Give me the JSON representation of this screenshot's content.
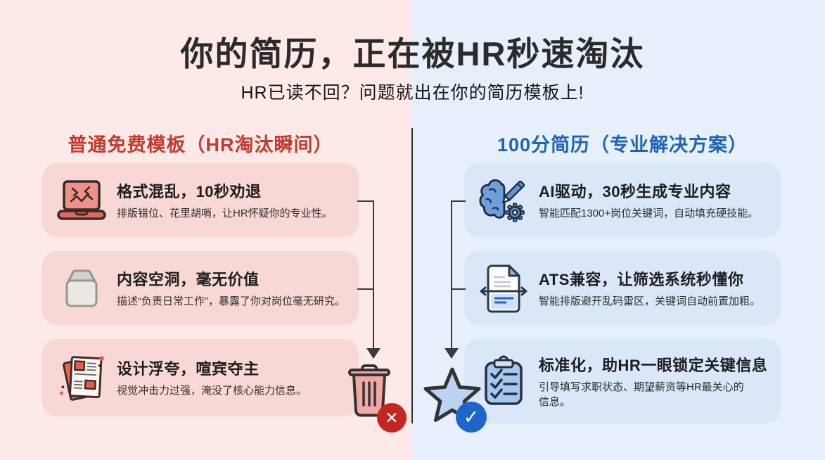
{
  "page": {
    "title": "你的简历，正在被HR秒速淘汰",
    "subtitle": "HR已读不回？问题就出在你的简历模板上!"
  },
  "left": {
    "header": "普通免费模板（HR淘汰瞬间）",
    "cards": [
      {
        "icon": "broken-laptop-icon",
        "title": "格式混乱，10秒劝退",
        "desc": "排版错位、花里胡哨，让HR怀疑你的专业性。"
      },
      {
        "icon": "empty-box-icon",
        "title": "内容空洞，毫无价值",
        "desc": "描述“负责日常工作”，暴露了你对岗位毫无研究。"
      },
      {
        "icon": "flashy-resume-icon",
        "title": "设计浮夸，喧宾夺主",
        "desc": "视觉冲击力过强，淹没了核心能力信息。"
      }
    ],
    "result": {
      "icon": "trash-can-icon",
      "badge_icon": "x-circle-icon",
      "badge_glyph": "✕"
    }
  },
  "right": {
    "header": "100分简历（专业解决方案）",
    "cards": [
      {
        "icon": "ai-brain-icon",
        "title": "AI驱动，30秒生成专业内容",
        "desc": "智能匹配1300+岗位关键词，自动填充硬技能。"
      },
      {
        "icon": "ats-scan-icon",
        "title": "ATS兼容，让筛选系统秒懂你",
        "desc": "智能排版避开乱码雷区，关键词自动前置加粗。"
      },
      {
        "icon": "clipboard-check-icon",
        "title": "标准化，助HR一眼锁定关键信息",
        "desc": "引导填写求职状态、期望薪资等HR最关心的信息。"
      }
    ],
    "result": {
      "icon": "star-icon",
      "badge_icon": "check-circle-icon",
      "badge_glyph": "✓"
    }
  },
  "colors": {
    "bg_left": "#fdeae8",
    "bg_right": "#e7f0fa",
    "card_left": "#f7d8d5",
    "card_right": "#d9e7f8",
    "accent_left": "#c23b2e",
    "accent_right": "#1e64b5",
    "badge_left": "#c42721",
    "badge_right": "#1c66c9",
    "title_text": "#2b2b2b",
    "connector": "#3a3a3a"
  }
}
